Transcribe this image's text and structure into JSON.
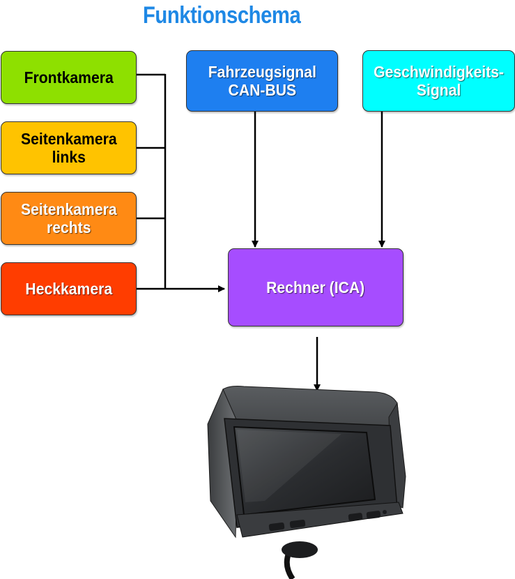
{
  "title": "Funktionschema",
  "colors": {
    "title": "#1e88e5",
    "front": "#8ee000",
    "side_left": "#ffc300",
    "side_right": "#ff8a14",
    "rear": "#ff3d00",
    "vehicle": "#1e7ff0",
    "speed": "#00ffff",
    "computer": "#a64dff"
  },
  "nodes": {
    "front": "Frontkamera",
    "side_left": "Seitenkamera\nlinks",
    "side_right": "Seitenkamera\nrechts",
    "rear": "Heckkamera",
    "vehicle": "Fahrzeugsignal\nCAN-BUS",
    "speed": "Geschwindigkeits-\nSignal",
    "computer": "Rechner (ICA)"
  },
  "edges": [
    {
      "from": "front",
      "to": "computer"
    },
    {
      "from": "side_left",
      "to": "computer"
    },
    {
      "from": "side_right",
      "to": "computer"
    },
    {
      "from": "rear",
      "to": "computer"
    },
    {
      "from": "vehicle",
      "to": "computer"
    },
    {
      "from": "speed",
      "to": "computer"
    },
    {
      "from": "computer",
      "to": "monitor"
    }
  ],
  "icons": {
    "monitor": "car-monitor-icon"
  }
}
